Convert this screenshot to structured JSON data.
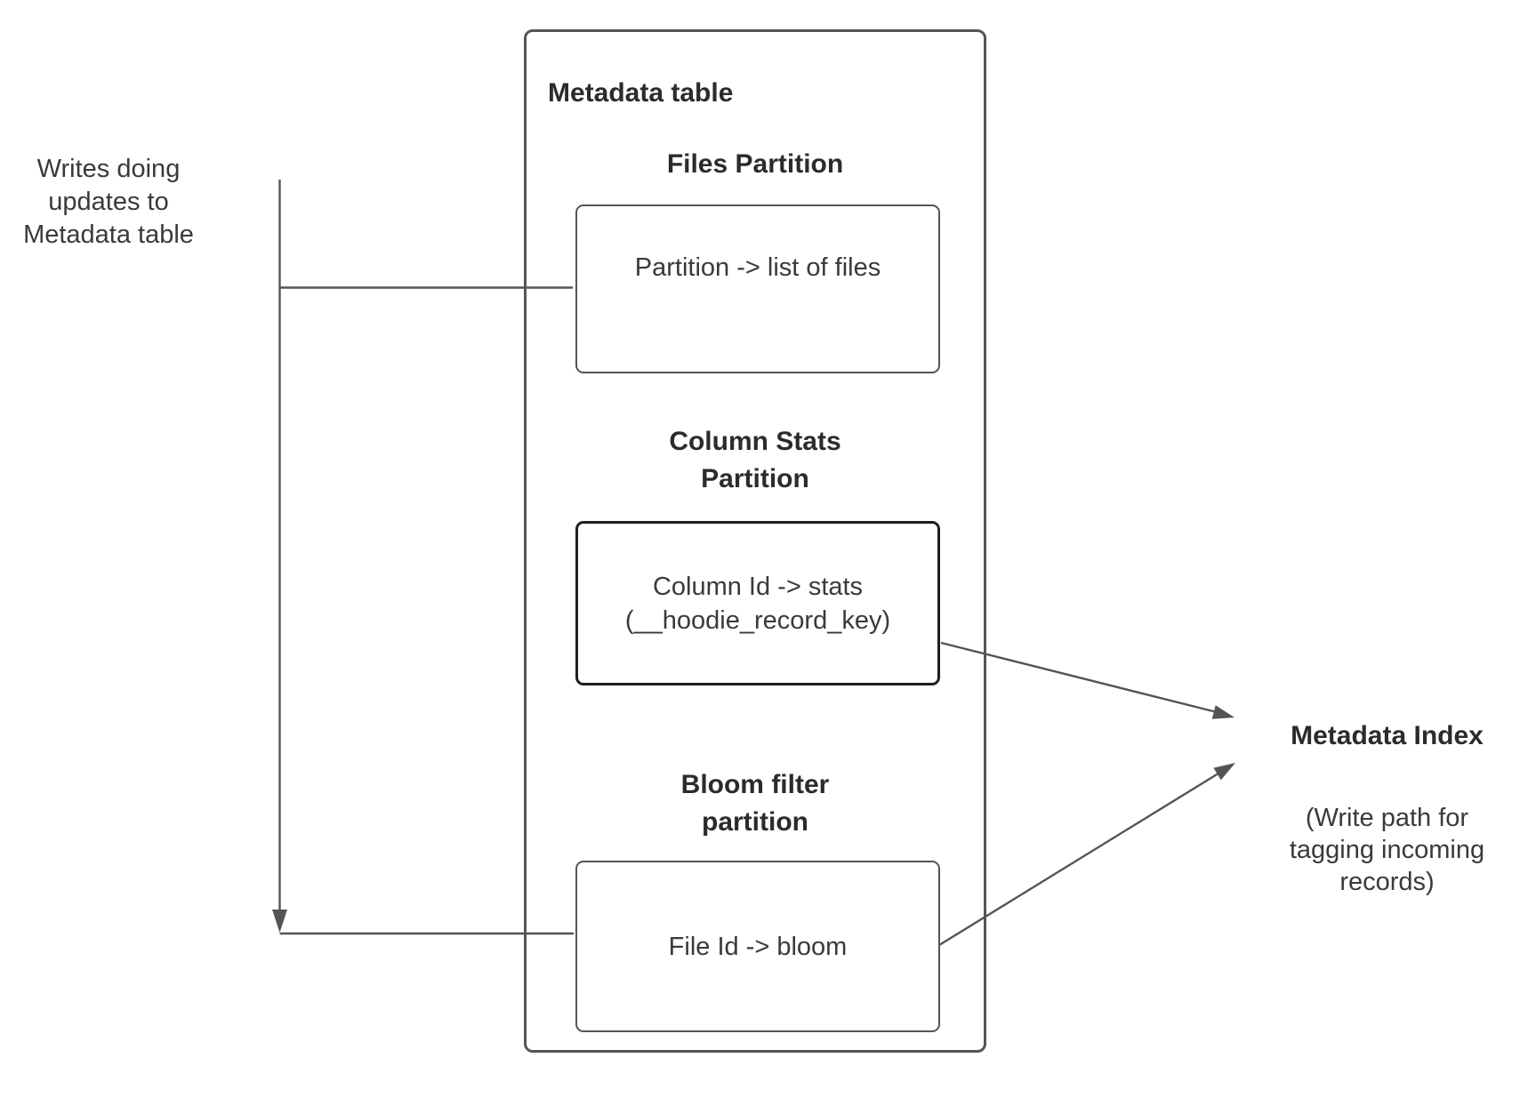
{
  "diagram": {
    "writes_label": "Writes doing\nupdates to\nMetadata table",
    "metadata_table": {
      "title": "Metadata table",
      "files_partition": {
        "heading": "Files Partition",
        "box_text": "Partition -> list of files"
      },
      "column_stats_partition": {
        "heading": "Column Stats\nPartition",
        "box_text": "Column Id  -> stats\n(__hoodie_record_key)"
      },
      "bloom_filter_partition": {
        "heading": "Bloom filter\npartition",
        "box_text": "File Id -> bloom"
      }
    },
    "metadata_index": {
      "title": "Metadata Index",
      "note": "(Write path for\ntagging incoming\nrecords)"
    },
    "colors": {
      "line": "#545454",
      "stats_box_border": "#1f1f1f",
      "text": "#3a3a3a",
      "background": "#ffffff"
    }
  }
}
